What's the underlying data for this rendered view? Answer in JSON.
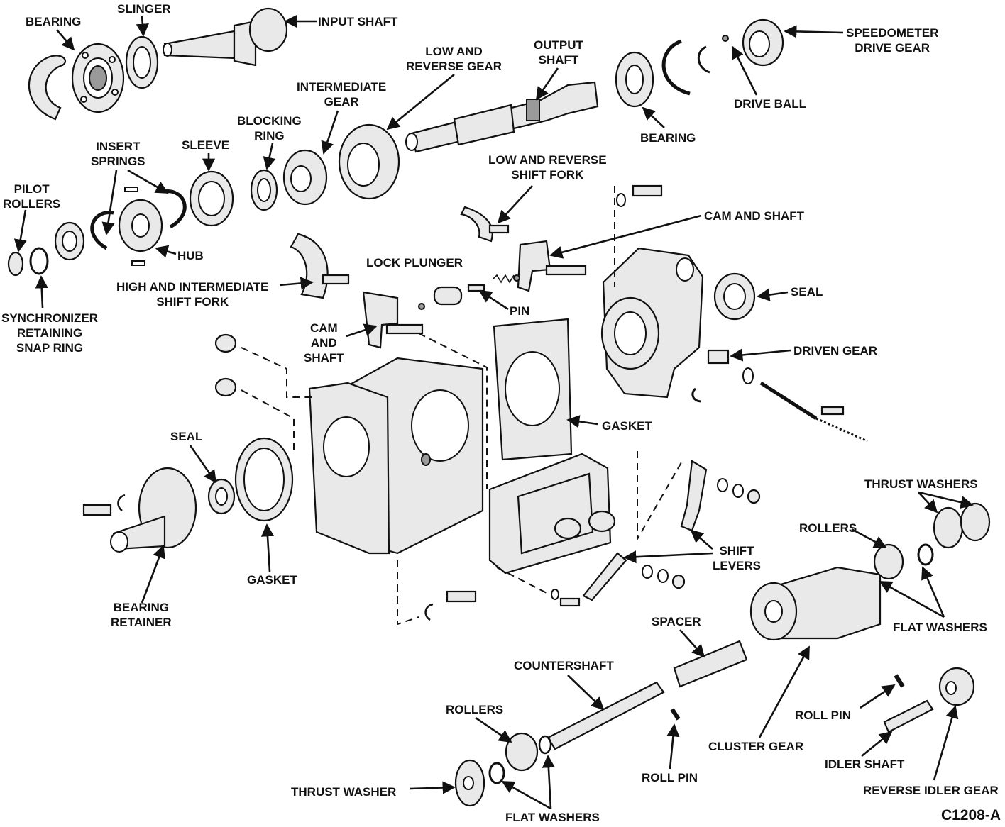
{
  "figure_code": "C1208-A",
  "labels": {
    "bearing_top": "BEARING",
    "slinger": "SLINGER",
    "input_shaft": "INPUT SHAFT",
    "low_reverse_gear": [
      "LOW AND",
      "REVERSE GEAR"
    ],
    "output_shaft": [
      "OUTPUT",
      "SHAFT"
    ],
    "speedometer_drive_gear": [
      "SPEEDOMETER",
      "DRIVE GEAR"
    ],
    "intermediate_gear": [
      "INTERMEDIATE",
      "GEAR"
    ],
    "drive_ball": "DRIVE BALL",
    "bearing_right": "BEARING",
    "blocking_ring": [
      "BLOCKING",
      "RING"
    ],
    "insert_springs": [
      "INSERT",
      "SPRINGS"
    ],
    "sleeve": "SLEEVE",
    "low_reverse_shift_fork": [
      "LOW AND REVERSE",
      "SHIFT FORK"
    ],
    "pilot_rollers": [
      "PILOT",
      "ROLLERS"
    ],
    "cam_and_shaft_top": "CAM AND SHAFT",
    "hub": "HUB",
    "lock_plunger": "LOCK PLUNGER",
    "seal_right": "SEAL",
    "high_intermediate_shift_fork": [
      "HIGH AND INTERMEDIATE",
      "SHIFT FORK"
    ],
    "pin": "PIN",
    "synchronizer_snap_ring": [
      "SYNCHRONIZER",
      "RETAINING",
      "SNAP RING"
    ],
    "cam_and_shaft_mid": [
      "CAM",
      "AND",
      "SHAFT"
    ],
    "driven_gear": "DRIVEN GEAR",
    "gasket_mid": "GASKET",
    "seal_left": "SEAL",
    "thrust_washers": "THRUST WASHERS",
    "rollers_right": "ROLLERS",
    "shift_levers": [
      "SHIFT",
      "LEVERS"
    ],
    "gasket_left": "GASKET",
    "bearing_retainer": [
      "BEARING",
      "RETAINER"
    ],
    "flat_washers_right": "FLAT WASHERS",
    "spacer": "SPACER",
    "countershaft": "COUNTERSHAFT",
    "rollers_bottom": "ROLLERS",
    "roll_pin_right": "ROLL PIN",
    "cluster_gear": "CLUSTER GEAR",
    "idler_shaft": "IDLER SHAFT",
    "roll_pin_bottom": "ROLL PIN",
    "thrust_washer": "THRUST WASHER",
    "reverse_idler_gear": "REVERSE IDLER GEAR",
    "flat_washers_bottom": "FLAT WASHERS"
  }
}
